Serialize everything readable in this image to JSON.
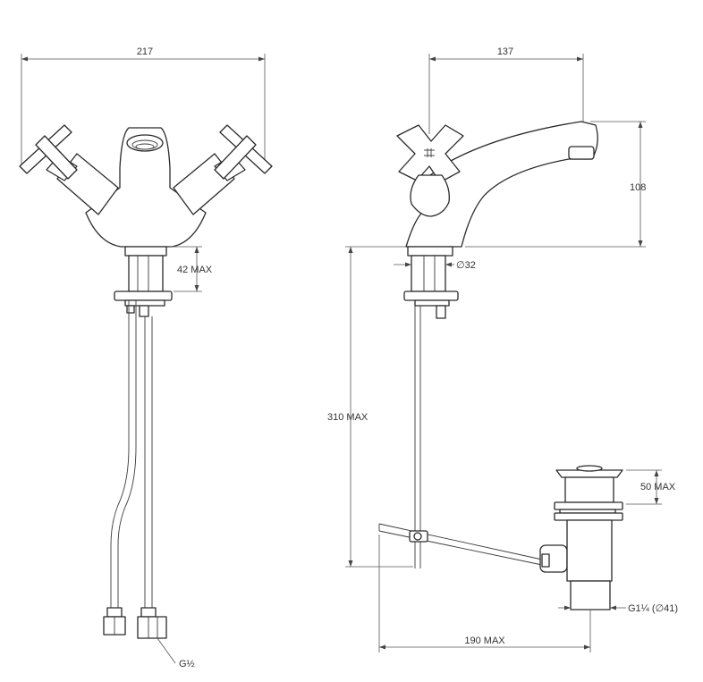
{
  "dimensions": {
    "width_217": "217",
    "width_137": "137",
    "height_108": "108",
    "max_42": "42 MAX",
    "diameter_32": "∅32",
    "max_310": "310 MAX",
    "max_50": "50 MAX",
    "thread_g14": "G1¼ (∅41)",
    "max_190": "190 MAX",
    "thread_g12": "G½"
  },
  "colors": {
    "line": "#2a2a2a",
    "dimension": "#555555",
    "text": "#333333",
    "background": "#ffffff"
  }
}
